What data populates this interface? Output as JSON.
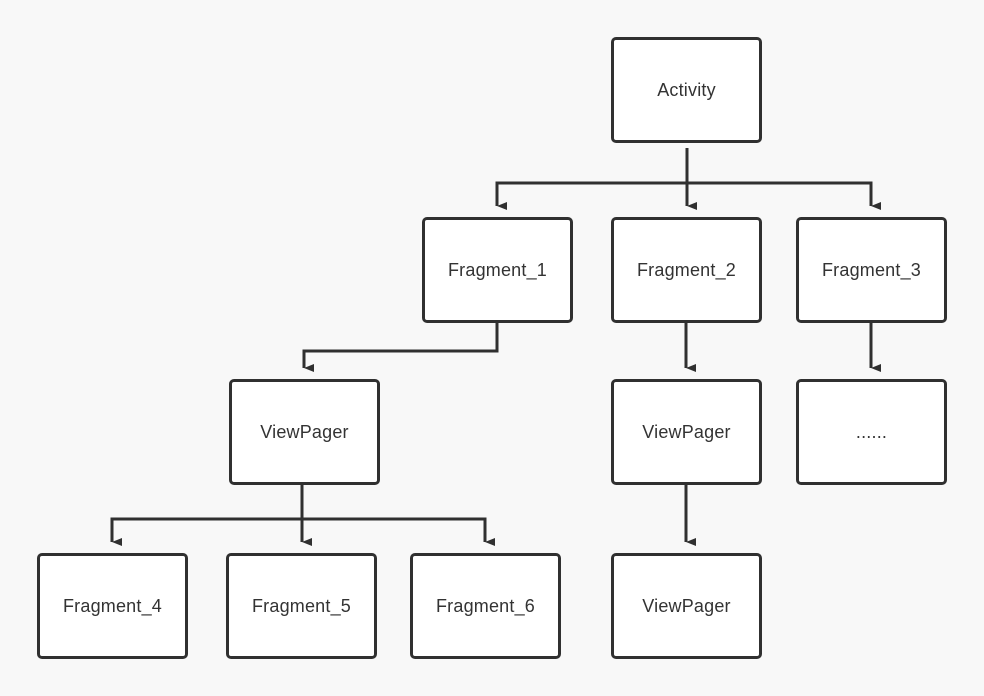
{
  "nodes": {
    "activity": "Activity",
    "fragment_1": "Fragment_1",
    "fragment_2": "Fragment_2",
    "fragment_3": "Fragment_3",
    "viewpager_1": "ViewPager",
    "viewpager_2": "ViewPager",
    "ellipsis": "......",
    "fragment_4": "Fragment_4",
    "fragment_5": "Fragment_5",
    "fragment_6": "Fragment_6",
    "viewpager_3": "ViewPager"
  },
  "edges": [
    [
      "activity",
      "fragment_1"
    ],
    [
      "activity",
      "fragment_2"
    ],
    [
      "activity",
      "fragment_3"
    ],
    [
      "fragment_1",
      "viewpager_1"
    ],
    [
      "fragment_2",
      "viewpager_2"
    ],
    [
      "fragment_3",
      "ellipsis"
    ],
    [
      "viewpager_1",
      "fragment_4"
    ],
    [
      "viewpager_1",
      "fragment_5"
    ],
    [
      "viewpager_1",
      "fragment_6"
    ],
    [
      "viewpager_2",
      "viewpager_3"
    ]
  ],
  "colors": {
    "background": "#f8f8f8",
    "node_fill": "#ffffff",
    "stroke": "#303030",
    "text": "#333333"
  }
}
